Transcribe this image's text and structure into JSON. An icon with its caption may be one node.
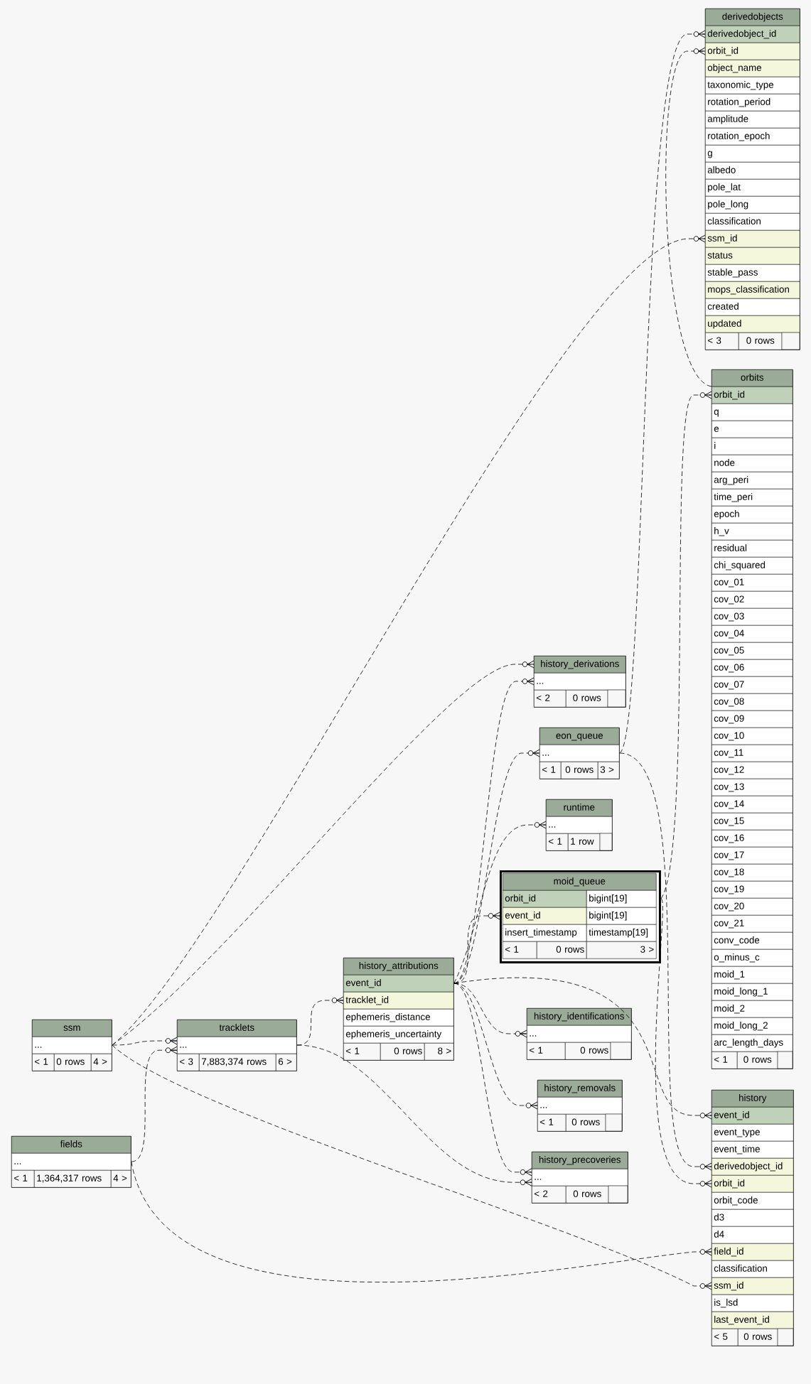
{
  "diagram": {
    "nodes": [
      {
        "text": [
          "derivedobjects",
          "derivedobject_id",
          "orbit_id",
          "object_name",
          "taxonomic_type",
          "rotation_period",
          "amplitude",
          "rotation_epoch",
          "g",
          "albedo",
          "pole_lat",
          "pole_long",
          "classification",
          "ssm_id",
          "status",
          "stable_pass",
          "mops_classification",
          "created",
          "updated",
          "< 3",
          "0 rows"
        ]
      },
      {
        "text": [
          "orbits",
          "orbit_id",
          "q",
          "e",
          "i",
          "node",
          "arg_peri",
          "time_peri",
          "epoch",
          "h_v",
          "residual",
          "chi_squared",
          "cov_01",
          "cov_02",
          "cov_03",
          "cov_04",
          "cov_05",
          "cov_06",
          "cov_07",
          "cov_08",
          "cov_09",
          "cov_10",
          "cov_11",
          "cov_12",
          "cov_13",
          "cov_14",
          "cov_15",
          "cov_16",
          "cov_17",
          "cov_18",
          "cov_19",
          "cov_20",
          "cov_21",
          "conv_code",
          "o_minus_c",
          "moid_1",
          "moid_long_1",
          "moid_2",
          "moid_long_2",
          "arc_length_days",
          "< 1",
          "0 rows"
        ]
      },
      {
        "text": [
          "history_derivations",
          "...",
          "< 2",
          "0 rows"
        ]
      },
      {
        "text": [
          "eon_queue",
          "...",
          "< 1",
          "0 rows",
          "3 >"
        ]
      },
      {
        "text": [
          "runtime",
          "...",
          "< 1",
          "1 row"
        ]
      },
      {
        "text": [
          "moid_queue",
          "orbit_id",
          "bigint[19]",
          "event_id",
          "bigint[19]",
          "insert_timestamp",
          "timestamp[19]",
          "< 1",
          "0 rows",
          "3 >"
        ]
      },
      {
        "text": [
          "history_attributions",
          "event_id",
          "tracklet_id",
          "ephemeris_distance",
          "ephemeris_uncertainty",
          "< 1",
          "0 rows",
          "8 >"
        ]
      },
      {
        "text": [
          "ssm",
          "...",
          "< 1",
          "0 rows",
          "4 >"
        ]
      },
      {
        "text": [
          "tracklets",
          "...",
          "< 3",
          "7,883,374 rows",
          "6 >"
        ]
      },
      {
        "text": [
          "history_identifications",
          "...",
          "< 1",
          "0 rows"
        ]
      },
      {
        "text": [
          "history_removals",
          "...",
          "< 1",
          "0 rows"
        ]
      },
      {
        "text": [
          "history_precoveries",
          "...",
          "< 2",
          "0 rows"
        ]
      },
      {
        "text": [
          "fields",
          "...",
          "< 1",
          "1,364,317 rows",
          "4 >"
        ]
      },
      {
        "text": [
          "history",
          "event_id",
          "event_type",
          "event_time",
          "derivedobject_id",
          "orbit_id",
          "orbit_code",
          "d3",
          "d4",
          "field_id",
          "classification",
          "ssm_id",
          "is_lsd",
          "last_event_id",
          "< 5",
          "0 rows"
        ]
      }
    ],
    "edges": [
      {
        "from": 3,
        "to": 0,
        "arrow": "other",
        "style": "dashed"
      },
      {
        "from": 1,
        "to": 0,
        "arrow": "other",
        "style": "dashed"
      },
      {
        "from": 7,
        "to": 0,
        "arrow": "other",
        "style": "dashed"
      },
      {
        "from": 5,
        "to": 1,
        "arrow": "other",
        "style": "dashed"
      },
      {
        "from": 6,
        "to": 2,
        "arrow": "other",
        "style": "dashed"
      },
      {
        "from": 7,
        "to": 2,
        "arrow": "other",
        "style": "dashed"
      },
      {
        "from": 6,
        "to": 3,
        "arrow": "other",
        "style": "dashed"
      },
      {
        "from": 6,
        "to": 4,
        "arrow": "other",
        "style": "dashed"
      },
      {
        "from": 6,
        "to": 5,
        "arrow": "other",
        "style": "dashed"
      },
      {
        "from": 8,
        "to": 6,
        "arrow": "other",
        "style": "dashed"
      },
      {
        "from": 7,
        "to": 8,
        "arrow": "other",
        "style": "dashed"
      },
      {
        "from": 12,
        "to": 8,
        "arrow": "other",
        "style": "dashed"
      },
      {
        "from": 6,
        "to": 9,
        "arrow": "other",
        "style": "dashed"
      },
      {
        "from": 6,
        "to": 10,
        "arrow": "other",
        "style": "dashed"
      },
      {
        "from": 6,
        "to": 11,
        "arrow": "other",
        "style": "dashed"
      },
      {
        "from": 8,
        "to": 11,
        "arrow": "other",
        "style": "dashed"
      },
      {
        "from": 6,
        "to": 13,
        "arrow": "other",
        "style": "dashed"
      },
      {
        "from": 3,
        "to": 13,
        "arrow": "other",
        "style": "dashed"
      },
      {
        "from": 5,
        "to": 13,
        "arrow": "other",
        "style": "dashed"
      },
      {
        "from": 12,
        "to": 13,
        "arrow": "other",
        "style": "dashed"
      },
      {
        "from": 7,
        "to": 13,
        "arrow": "other",
        "style": "dashed"
      }
    ]
  }
}
